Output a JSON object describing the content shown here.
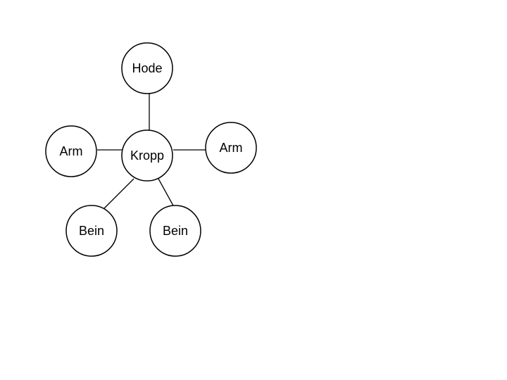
{
  "diagram": {
    "nodes": {
      "hode": "Hode",
      "kropp": "Kropp",
      "arm_left": "Arm",
      "arm_right": "Arm",
      "bein_left": "Bein",
      "bein_right": "Bein"
    },
    "edges": [
      [
        "kropp",
        "hode"
      ],
      [
        "kropp",
        "arm_left"
      ],
      [
        "kropp",
        "arm_right"
      ],
      [
        "kropp",
        "bein_left"
      ],
      [
        "kropp",
        "bein_right"
      ]
    ]
  }
}
